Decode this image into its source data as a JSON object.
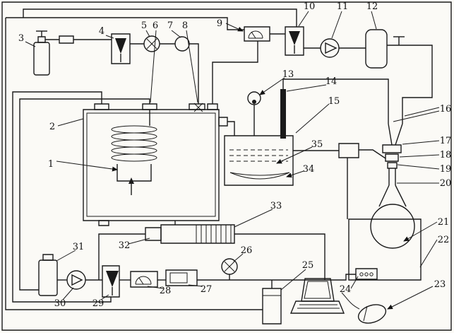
{
  "diagram": {
    "type": "apparatus-schematic",
    "labels": [
      "1",
      "2",
      "3",
      "4",
      "5",
      "6",
      "7",
      "8",
      "9",
      "10",
      "11",
      "12",
      "13",
      "14",
      "15",
      "16",
      "17",
      "18",
      "19",
      "20",
      "21",
      "22",
      "23",
      "24",
      "25",
      "26",
      "27",
      "28",
      "29",
      "30",
      "31",
      "32",
      "33",
      "34",
      "35"
    ]
  }
}
